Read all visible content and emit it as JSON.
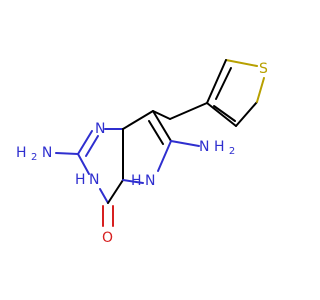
{
  "molecule": {
    "atoms": {
      "amine_left_H": "H",
      "amine_left_subscript": "2",
      "amine_left_N": "N",
      "n_top": "N",
      "nh_left_N": "N",
      "nh_left_H": "H",
      "nh_bottom_N": "N",
      "nh_bottom_H": "H",
      "carbonyl_O": "O",
      "amine_right_H": "H",
      "amine_right_subscript": "2",
      "amine_right_N": "N",
      "sulfur": "S"
    },
    "colors": {
      "carbon_bond": "#000000",
      "nitrogen": "#2f2fcf",
      "oxygen": "#d72020",
      "sulfur": "#b7a000"
    }
  }
}
